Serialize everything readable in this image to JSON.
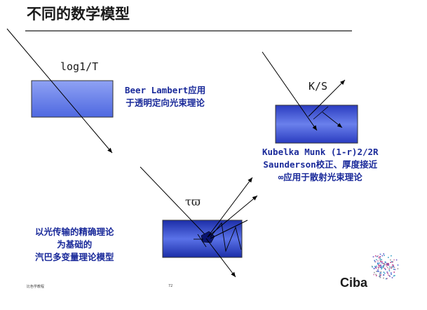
{
  "slide": {
    "title": "不同的数学模型",
    "models": {
      "transmission": {
        "formula": "log1/T",
        "description_lines": [
          "Beer Lambert应用",
          "于透明定向光束理论"
        ]
      },
      "kubelka": {
        "formula": "K/S",
        "description_lines": [
          "Kubelka Munk (1-r)2/2R",
          "Saunderson校正、厚度接近",
          "∞应用于散射光束理论"
        ]
      },
      "multivariable": {
        "formula": "τϖ",
        "description_lines": [
          "以光传输的精确理论",
          "为基础的",
          "汽巴多变量理论模型"
        ]
      }
    },
    "footer": {
      "left_text": "比色学教程",
      "page_number": "72",
      "logo_text": "Ciba"
    }
  },
  "colors": {
    "box_light": "#6f86ee",
    "box_dark": "#1c2ea8",
    "text_blue": "#1a2a9a",
    "line": "#000000"
  }
}
